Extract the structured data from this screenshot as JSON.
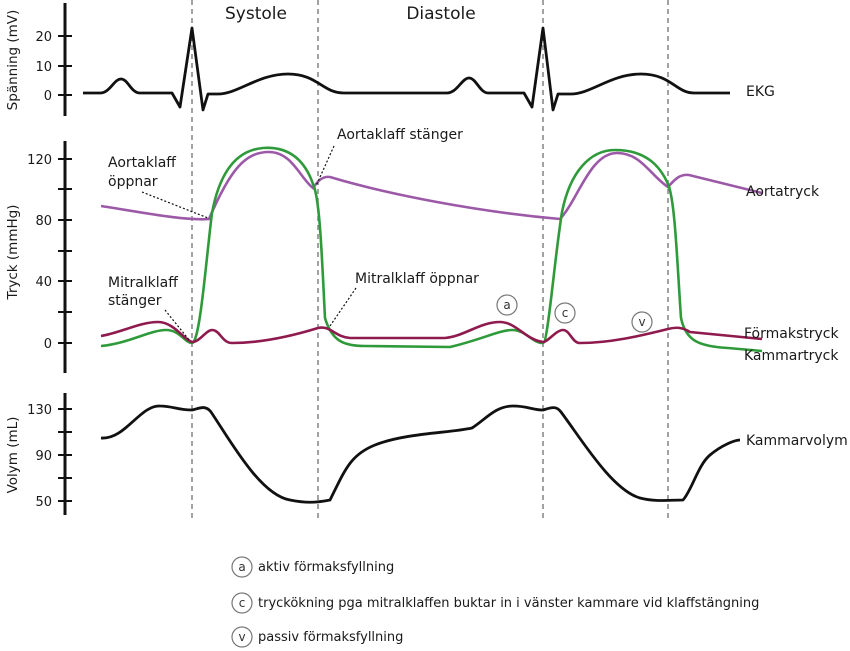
{
  "phases": {
    "systole": "Systole",
    "diastole": "Diastole"
  },
  "panels": {
    "ekg": {
      "axis_title": "Spänning (mV)",
      "ticks": [
        "20",
        "10",
        "0"
      ],
      "trace_label": "EKG"
    },
    "pressure": {
      "axis_title": "Tryck (mmHg)",
      "ticks": [
        "120",
        "80",
        "40",
        "0"
      ],
      "trace_labels": {
        "aorta": "Aortatryck",
        "atrium": "Förmakstryck",
        "ventricle": "Kammartryck"
      },
      "annotations": {
        "aortic_closes": "Aortaklaff stänger",
        "aortic_opens_1": "Aortaklaff",
        "aortic_opens_2": "öppnar",
        "mitral_closes_1": "Mitralklaff",
        "mitral_closes_2": "stänger",
        "mitral_opens": "Mitralklaff öppnar"
      },
      "wave_markers": [
        "a",
        "c",
        "v"
      ]
    },
    "volume": {
      "axis_title": "Volym (mL)",
      "ticks": [
        "130",
        "90",
        "50"
      ],
      "trace_label": "Kammarvolym"
    }
  },
  "legend": [
    {
      "key": "a",
      "text": "aktiv förmaksfyllning"
    },
    {
      "key": "c",
      "text": "tryckökning pga mitralklaffen buktar in i vänster kammare vid klaffstängning"
    },
    {
      "key": "v",
      "text": "passiv förmaksfyllning"
    }
  ],
  "colors": {
    "ekg": "#111111",
    "aorta": "#9b59a8",
    "atrium": "#8e1a4e",
    "ventricle": "#2f9a3a",
    "volume": "#111111",
    "guides": "#7a7a7a"
  }
}
